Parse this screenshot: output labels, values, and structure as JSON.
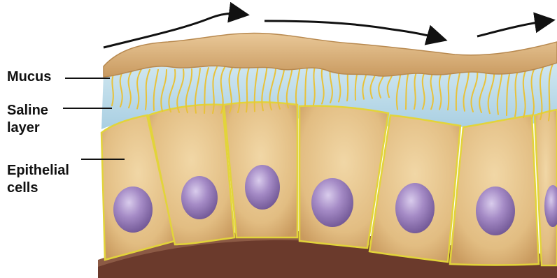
{
  "labels": {
    "mucus": "Mucus",
    "saline": {
      "line1": "Saline",
      "line2": "layer"
    },
    "epithelial": {
      "line1": "Epithelial",
      "line2": "cells"
    }
  },
  "colors": {
    "mucus": "#d9b07c",
    "saline": "#bfdcea",
    "cilia": "#e8c23a",
    "cell_fill": "#e6c48a",
    "cell_outline": "#e2d43a",
    "nucleus": "#9d82bf",
    "basement": "#6b3a2c",
    "arrow": "#111111"
  },
  "icons": [
    "flow-arrow-icon",
    "leader-line-icon"
  ],
  "cells_count_visible": 7
}
